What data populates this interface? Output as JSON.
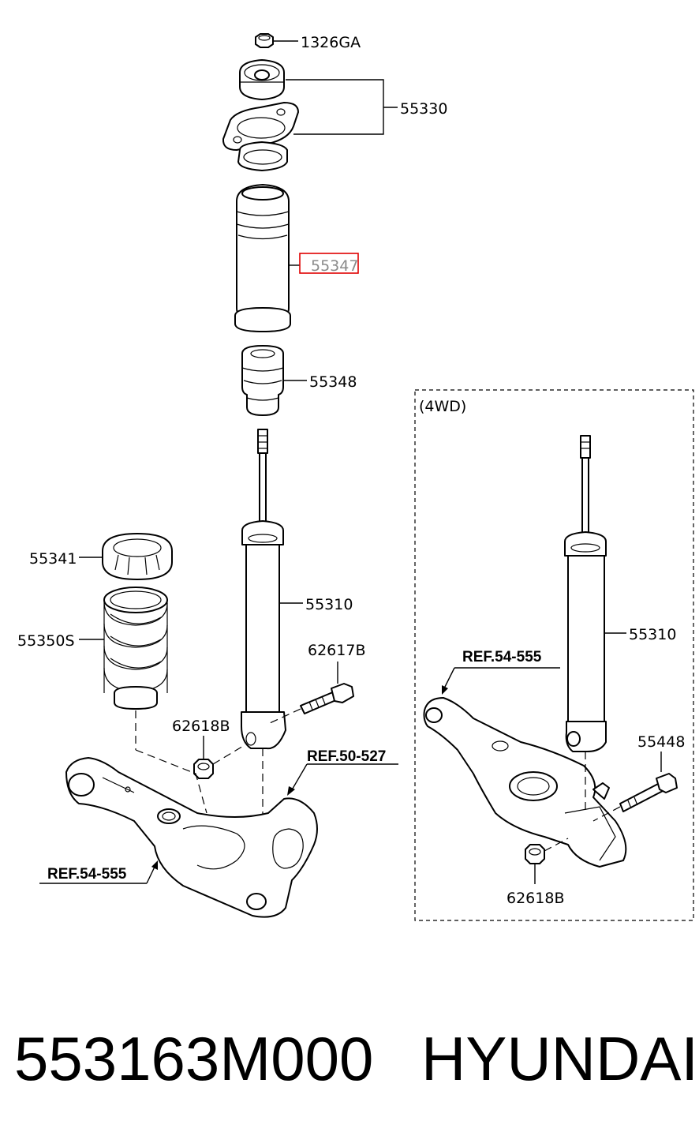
{
  "labels": {
    "nut": "1326GA",
    "mount": "55330",
    "dust_cover": "55347",
    "bumper": "55348",
    "spring_pad": "55341",
    "spring": "55350S",
    "shock_main": "55310",
    "bolt_main": "62617B",
    "nut_main": "62618B",
    "ref_carrier": "REF.50-527",
    "ref_arm_main": "REF.54-555",
    "variant_tag": "(4WD)",
    "shock_4wd": "55310",
    "ref_arm_4wd": "REF.54-555",
    "bolt_4wd": "55448",
    "nut_4wd": "62618B"
  },
  "footer": {
    "part_number": "553163M000",
    "brand": "HYUNDAI"
  },
  "colors": {
    "highlight": "#e00000",
    "highlight_text": "#8a8a8a",
    "line": "#000000"
  }
}
